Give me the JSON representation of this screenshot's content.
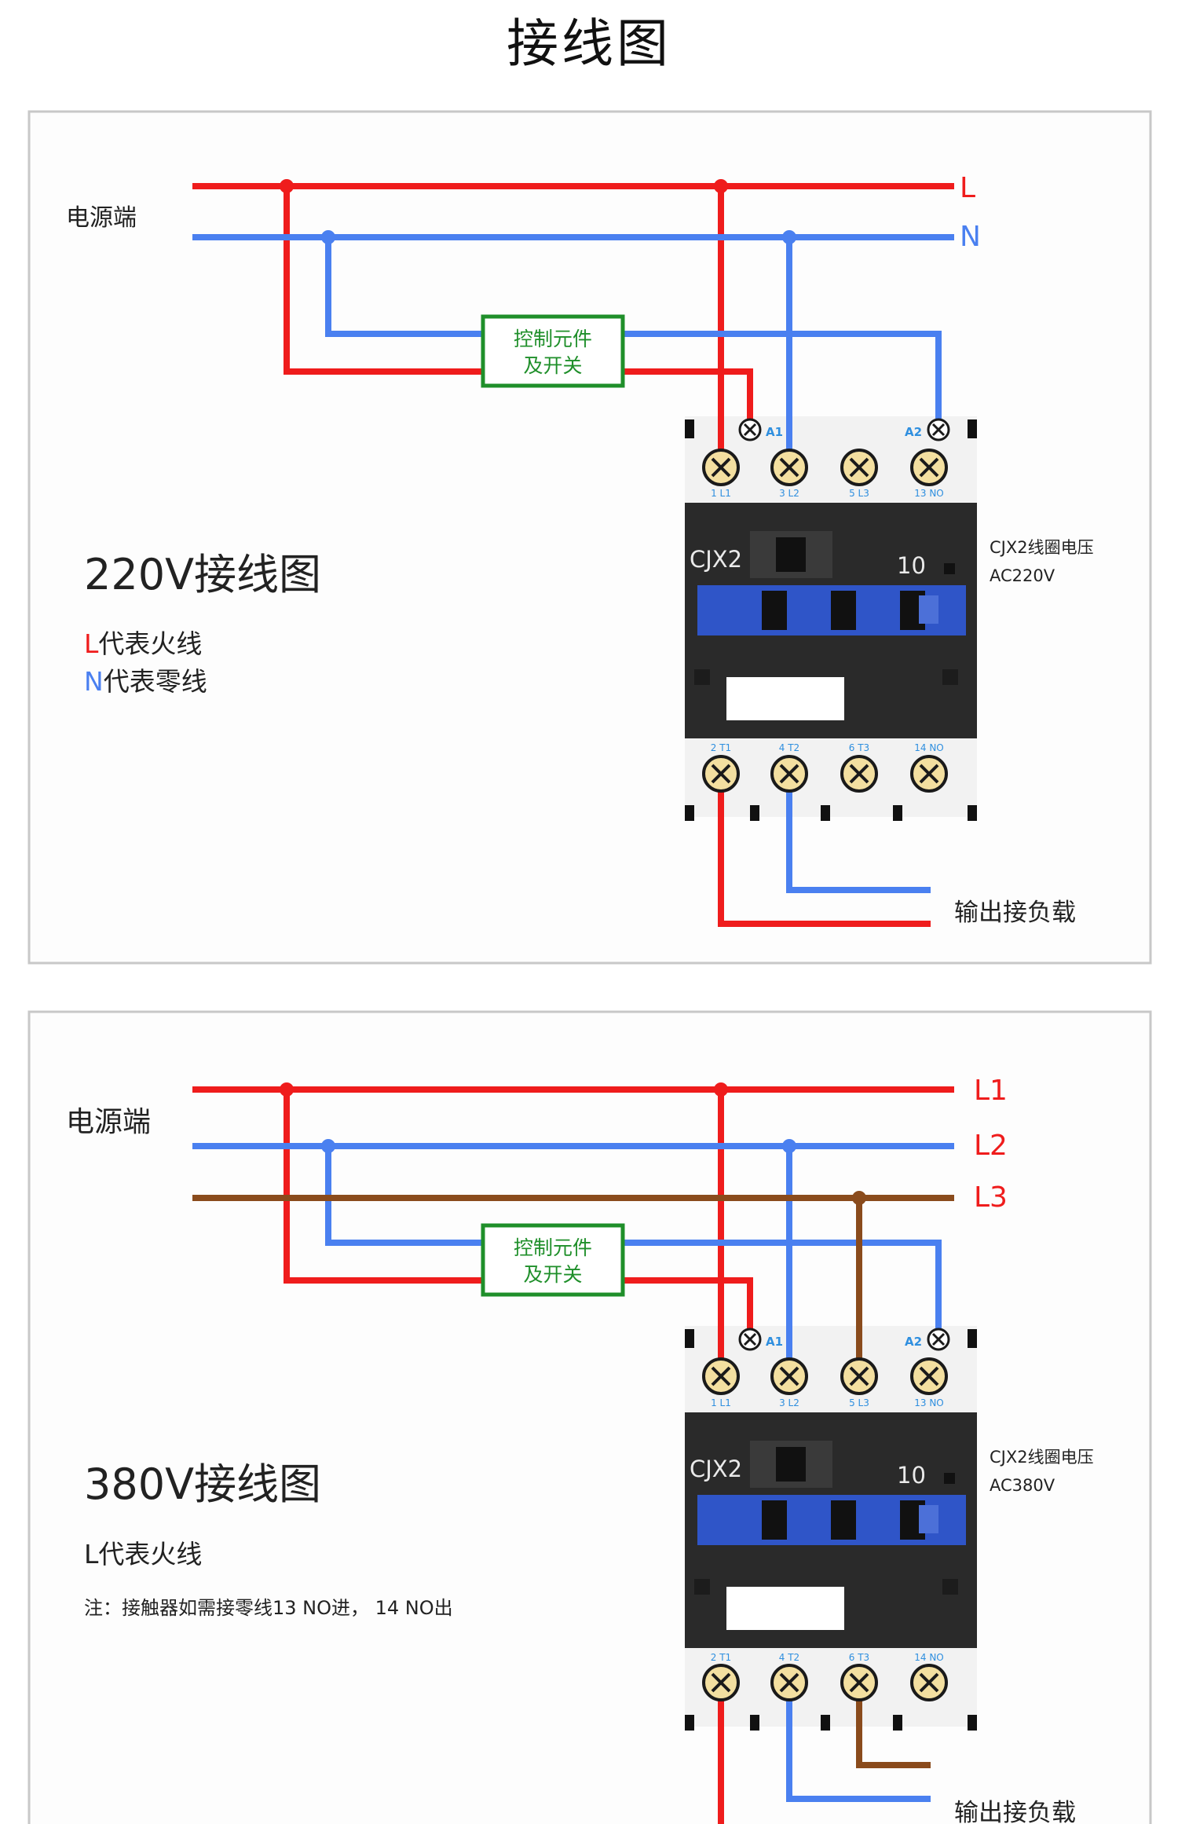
{
  "title": "接线图",
  "colors": {
    "live": "#ef1c1c",
    "neutral": "#4a80f0",
    "l3": "#8a4b1c",
    "switch_box": "#1f8f2a",
    "terminal_label": "#2f8fdf",
    "contactor_body": "#2a2a2a",
    "blue_bar": "#2f55c8",
    "terminal_face": "#f3dfa0"
  },
  "diagram_220": {
    "power_label": "电源端",
    "line_labels": [
      "L",
      "N"
    ],
    "switch_text": [
      "控制元件",
      "及开关"
    ],
    "coil_terminals": [
      "A1",
      "A2"
    ],
    "top_terminals": [
      "1 L1",
      "3 L2",
      "5 L3",
      "13 NO"
    ],
    "bottom_terminals": [
      "2 T1",
      "4 T2",
      "6 T3",
      "14 NO"
    ],
    "model": "CJX2",
    "rating": "10",
    "side_label": [
      "CJX2线圈电压",
      "AC220V"
    ],
    "heading": "220V接线图",
    "legend": [
      {
        "letter": "L",
        "text": "代表火线"
      },
      {
        "letter": "N",
        "text": "代表零线"
      }
    ],
    "output_label": "输出接负载"
  },
  "diagram_380": {
    "power_label": "电源端",
    "line_labels": [
      "L1",
      "L2",
      "L3"
    ],
    "switch_text": [
      "控制元件",
      "及开关"
    ],
    "coil_terminals": [
      "A1",
      "A2"
    ],
    "top_terminals": [
      "1 L1",
      "3 L2",
      "5 L3",
      "13 NO"
    ],
    "bottom_terminals": [
      "2 T1",
      "4 T2",
      "6 T3",
      "14 NO"
    ],
    "model": "CJX2",
    "rating": "10",
    "side_label": [
      "CJX2线圈电压",
      "AC380V"
    ],
    "heading": "380V接线图",
    "legend_line": "L代表火线",
    "note": "注：接触器如需接零线13 NO进， 14 NO出",
    "output_label": "输出接负载"
  }
}
